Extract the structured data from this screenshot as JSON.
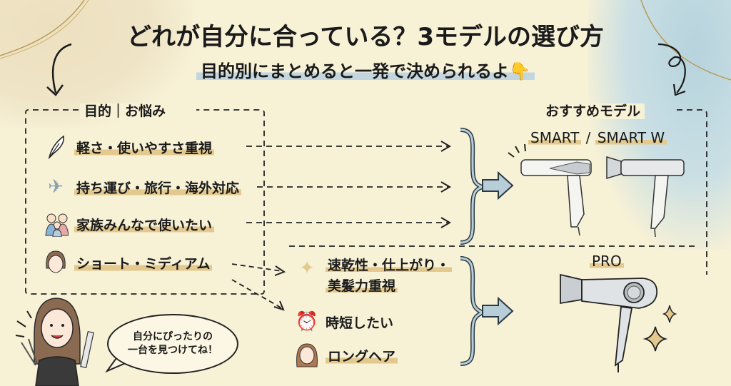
{
  "header": {
    "title": "どれが自分に合っている？3モデルの選び方",
    "subtitle": "目的別にまとめると一発で決められるよ",
    "subtitle_icon": "pointing-down-hand-icon"
  },
  "left_panel": {
    "label": "目的｜お悩み",
    "items": [
      {
        "icon": "feather-icon",
        "text": "軽さ・使いやすさ重視"
      },
      {
        "icon": "airplane-icon",
        "text": "持ち運び・旅行・海外対応"
      },
      {
        "icon": "family-icon",
        "text": "家族みんなで使いたい"
      },
      {
        "icon": "short-hair-woman-icon",
        "text": "ショート・ミディアム"
      }
    ]
  },
  "pro_group": {
    "items": [
      {
        "icon": "sparkles-icon",
        "text_line1": "速乾性・仕上がり・",
        "text_line2": "美髪力重視"
      },
      {
        "icon": "alarm-clock-icon",
        "text": "時短したい"
      },
      {
        "icon": "long-hair-woman-icon",
        "text": "ロングヘア"
      }
    ]
  },
  "right_panel": {
    "label": "おすすめモデル",
    "smart_models": "SMART / SMART W",
    "smart_name": "SMART",
    "smart_w_name": "SMART W",
    "separator": "/",
    "pro_model": "PRO"
  },
  "speech_bubble": {
    "line1": "自分にぴったりの",
    "line2": "一台を見つけてね！"
  },
  "colors": {
    "background": "#f7f1d6",
    "highlight_gold": "#e3c98e",
    "highlight_blue": "#c3d6df",
    "arrow_blue": "#b7cdd8",
    "ink": "#1a1a1a"
  }
}
